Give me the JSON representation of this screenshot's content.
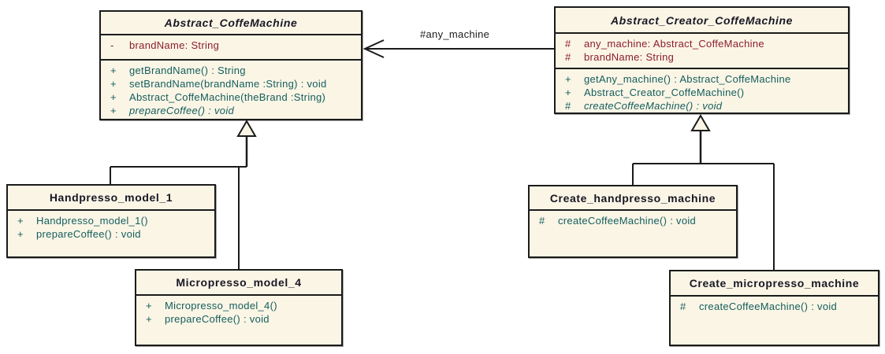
{
  "diagram": {
    "kind": "UML class diagram",
    "association_label": "#any_machine"
  },
  "colors": {
    "class_fill": "#FBF5E6",
    "border": "#1b1b1b",
    "title_text": "#181824",
    "attribute_text": "#8B1E2D",
    "method_text": "#135E5C",
    "background": "#ffffff"
  },
  "classes": [
    {
      "title": "Abstract_CoffeMachine",
      "abstract": true,
      "attributes": [
        {
          "visibility": "-",
          "text": "brandName: String"
        }
      ],
      "methods": [
        {
          "visibility": "+",
          "text": "getBrandName() : String"
        },
        {
          "visibility": "+",
          "text": "setBrandName(brandName :String) : void"
        },
        {
          "visibility": "+",
          "text": "Abstract_CoffeMachine(theBrand :String)"
        },
        {
          "visibility": "+",
          "text": "prepareCoffee() : void",
          "abstract": true
        }
      ]
    },
    {
      "title": "Abstract_Creator_CoffeMachine",
      "abstract": true,
      "attributes": [
        {
          "visibility": "#",
          "text": "any_machine: Abstract_CoffeMachine"
        },
        {
          "visibility": "#",
          "text": "brandName: String"
        }
      ],
      "methods": [
        {
          "visibility": "+",
          "text": "getAny_machine() : Abstract_CoffeMachine"
        },
        {
          "visibility": "+",
          "text": "Abstract_Creator_CoffeMachine()"
        },
        {
          "visibility": "#",
          "text": "createCoffeeMachine() : void",
          "abstract": true
        }
      ]
    },
    {
      "title": "Handpresso_model_1",
      "abstract": false,
      "attributes": [],
      "methods": [
        {
          "visibility": "+",
          "text": "Handpresso_model_1()"
        },
        {
          "visibility": "+",
          "text": "prepareCoffee() : void"
        }
      ]
    },
    {
      "title": "Micropresso_model_4",
      "abstract": false,
      "attributes": [],
      "methods": [
        {
          "visibility": "+",
          "text": "Micropresso_model_4()"
        },
        {
          "visibility": "+",
          "text": "prepareCoffee() : void"
        }
      ]
    },
    {
      "title": "Create_handpresso_machine",
      "abstract": false,
      "attributes": [],
      "methods": [
        {
          "visibility": "#",
          "text": "createCoffeeMachine() : void"
        }
      ]
    },
    {
      "title": "Create_micropresso_machine",
      "abstract": false,
      "attributes": [],
      "methods": [
        {
          "visibility": "#",
          "text": "createCoffeeMachine() : void"
        }
      ]
    }
  ]
}
